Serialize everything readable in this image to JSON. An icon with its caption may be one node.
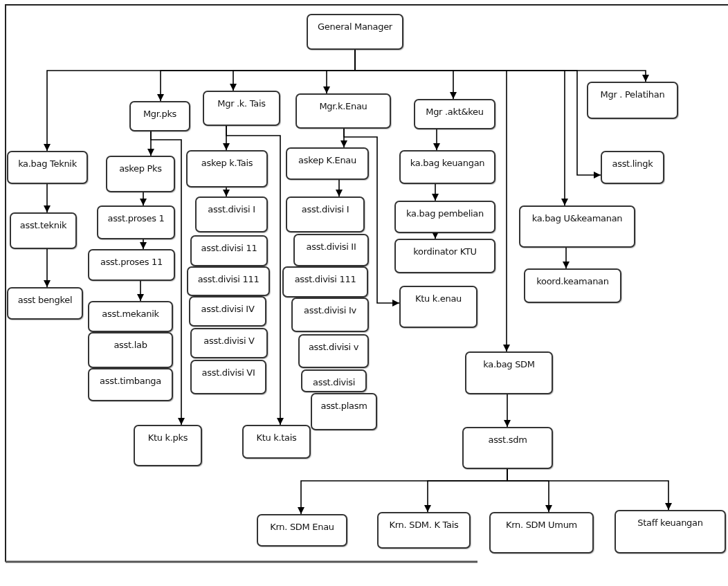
{
  "diagram": {
    "nodes": [
      {
        "text": [
          "General Manager"
        ]
      },
      {
        "text": [
          "ka.bag Teknik"
        ]
      },
      {
        "text": [
          "Mgr.pks"
        ]
      },
      {
        "text": [
          "Mgr .k. Tais"
        ]
      },
      {
        "text": [
          "Mgr.k.Enau"
        ]
      },
      {
        "text": [
          "Mgr .akt&keu"
        ]
      },
      {
        "text": [
          "Mgr . Pelatihan"
        ]
      },
      {
        "text": [
          "askep Pks"
        ]
      },
      {
        "text": [
          "askep k.Tais"
        ]
      },
      {
        "text": [
          "askep K.Enau"
        ]
      },
      {
        "text": [
          "ka.bag keuangan"
        ]
      },
      {
        "text": [
          "asst.lingk"
        ]
      },
      {
        "text": [
          "asst.teknik"
        ]
      },
      {
        "text": [
          "asst.proses 1"
        ]
      },
      {
        "text": [
          "asst.divisi I"
        ]
      },
      {
        "text": [
          "asst.divisi I"
        ]
      },
      {
        "text": [
          "ka.bag pembelian"
        ]
      },
      {
        "text": [
          "ka.bag U&keamanan"
        ]
      },
      {
        "text": [
          "asst.proses 11"
        ]
      },
      {
        "text": [
          "asst.divisi 11"
        ]
      },
      {
        "text": [
          "asst.divisi II"
        ]
      },
      {
        "text": [
          "kordinator KTU"
        ]
      },
      {
        "text": [
          "koord.keamanan"
        ]
      },
      {
        "text": [
          "asst bengkel"
        ]
      },
      {
        "text": [
          "asst.divisi 111"
        ]
      },
      {
        "text": [
          "asst.divisi 111"
        ]
      },
      {
        "text": [
          "asst.divisi IV"
        ]
      },
      {
        "text": [
          "asst.divisi Iv"
        ]
      },
      {
        "text": [
          "Ktu k.enau"
        ]
      },
      {
        "text": [
          "asst.mekanik"
        ]
      },
      {
        "text": [
          "asst.lab"
        ]
      },
      {
        "text": [
          "asst.timbanga"
        ]
      },
      {
        "text": [
          "asst.divisi V"
        ]
      },
      {
        "text": [
          "asst.divisi v"
        ]
      },
      {
        "text": [
          "asst.divisi VI"
        ]
      },
      {
        "text": [
          "asst.divisi"
        ]
      },
      {
        "text": [
          "asst.plasm"
        ]
      },
      {
        "text": [
          "ka.bag SDM"
        ]
      },
      {
        "text": [
          "Ktu k.pks"
        ]
      },
      {
        "text": [
          "Ktu k.tais"
        ]
      },
      {
        "text": [
          "asst.sdm"
        ]
      },
      {
        "text": [
          "Krn. SDM Enau"
        ]
      },
      {
        "text": [
          "Krn. SDM. K Tais"
        ]
      },
      {
        "text": [
          "Krn. SDM Umum"
        ]
      },
      {
        "text": [
          "Staff keuangan"
        ]
      }
    ],
    "edges": [
      {
        "from": 0,
        "to": 1,
        "arrow": "to"
      },
      {
        "from": 0,
        "to": 2,
        "arrow": "to"
      },
      {
        "from": 0,
        "to": 3,
        "arrow": "to"
      },
      {
        "from": 0,
        "to": 4,
        "arrow": "to"
      },
      {
        "from": 0,
        "to": 5,
        "arrow": "to"
      },
      {
        "from": 0,
        "to": 6,
        "arrow": "to"
      },
      {
        "from": 0,
        "to": 37,
        "arrow": "to"
      },
      {
        "from": 0,
        "to": 17,
        "arrow": "to"
      },
      {
        "from": 0,
        "to": 11,
        "arrow": "to"
      },
      {
        "from": 1,
        "to": 12,
        "arrow": "to"
      },
      {
        "from": 12,
        "to": 23,
        "arrow": "to"
      },
      {
        "from": 2,
        "to": 7,
        "arrow": "to"
      },
      {
        "from": 2,
        "to": 38,
        "arrow": "to"
      },
      {
        "from": 7,
        "to": 13,
        "arrow": "to"
      },
      {
        "from": 13,
        "to": 18,
        "arrow": "to"
      },
      {
        "from": 18,
        "to": 29,
        "arrow": "to"
      },
      {
        "from": 3,
        "to": 8,
        "arrow": "to"
      },
      {
        "from": 3,
        "to": 39,
        "arrow": "to"
      },
      {
        "from": 8,
        "to": 14,
        "arrow": "to"
      },
      {
        "from": 4,
        "to": 9,
        "arrow": "to"
      },
      {
        "from": 4,
        "to": 28,
        "arrow": "to"
      },
      {
        "from": 9,
        "to": 15,
        "arrow": "to"
      },
      {
        "from": 5,
        "to": 10,
        "arrow": "to"
      },
      {
        "from": 10,
        "to": 16,
        "arrow": "to"
      },
      {
        "from": 16,
        "to": 21,
        "arrow": "to"
      },
      {
        "from": 17,
        "to": 22,
        "arrow": "to"
      },
      {
        "from": 37,
        "to": 40,
        "arrow": "to"
      },
      {
        "from": 40,
        "to": 41,
        "arrow": "to"
      },
      {
        "from": 40,
        "to": 42,
        "arrow": "to"
      },
      {
        "from": 40,
        "to": 43,
        "arrow": "to"
      },
      {
        "from": 40,
        "to": 44,
        "arrow": "to"
      }
    ]
  }
}
